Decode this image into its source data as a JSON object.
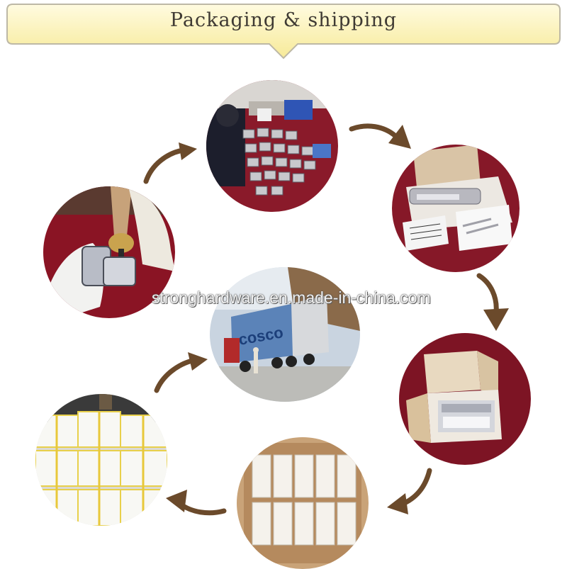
{
  "banner": {
    "title": "Packaging & shipping",
    "colors": {
      "fill": "#fdf4b0",
      "border": "#bdb8a6"
    }
  },
  "watermark": {
    "text": "stronghardware.en.made-in-china.com"
  },
  "photos": [
    {
      "id": "workshop",
      "icon": "hardware-parts-photo"
    },
    {
      "id": "boxing-parts",
      "icon": "open-box-photo"
    },
    {
      "id": "boxed-item",
      "icon": "box-with-clamp-photo"
    },
    {
      "id": "carton-boxes",
      "icon": "carton-of-boxes-photo"
    },
    {
      "id": "wrapped-pallets",
      "icon": "wrapped-pallets-photo"
    },
    {
      "id": "inspection",
      "icon": "polishing-hands-photo"
    },
    {
      "id": "container-truck",
      "icon": "container-truck-photo",
      "truck_text": "cosco"
    }
  ],
  "colors": {
    "arrow": "#6b4a2b",
    "carpet": "#7d1424"
  }
}
